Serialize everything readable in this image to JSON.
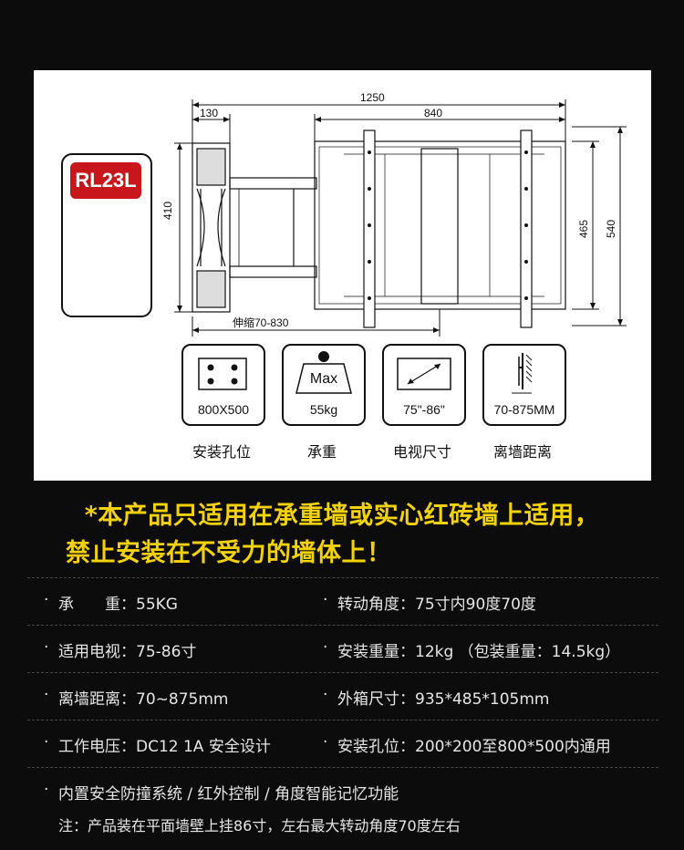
{
  "drawing": {
    "model": "RL23L",
    "dims": {
      "total_width": "1250",
      "bracket_width": "130",
      "plate_width": "840",
      "height_left": "410",
      "height_inner": "465",
      "height_outer": "540",
      "extension": "伸缩70-830"
    },
    "icons": [
      {
        "name": "hole-pattern",
        "label": "800X500",
        "caption": "安装孔位"
      },
      {
        "name": "max-load",
        "label": "55kg",
        "badge": "Max",
        "caption": "承重"
      },
      {
        "name": "tv-size",
        "label": "75\"-86\"",
        "caption": "电视尺寸"
      },
      {
        "name": "wall-distance",
        "label": "70-875MM",
        "caption": "离墙距离"
      }
    ]
  },
  "warning": {
    "line1": "*本产品只适用在承重墙或实心红砖墙上适用，",
    "line2": "禁止安装在不受力的墙体上！"
  },
  "specs": [
    {
      "left": "承　　重：55KG",
      "right": "转动角度：75寸内90度70度"
    },
    {
      "left": "适用电视：75-86寸",
      "right": "安装重量：12kg （包装重量：14.5kg）"
    },
    {
      "left": "离墙距离：70~875mm",
      "right": "外箱尺寸：935*485*105mm"
    },
    {
      "left": "工作电压：DC12 1A 安全设计",
      "right": "安装孔位：200*200至800*500内通用"
    }
  ],
  "features": "内置安全防撞系统 / 红外控制 / 角度智能记忆功能",
  "note": "注：产品装在平面墙壁上挂86寸，左右最大转动角度70度左右",
  "bullet": "·",
  "colors": {
    "accent": "#f4d200",
    "badge": "#c8161d",
    "background": "#0c0c0c"
  }
}
